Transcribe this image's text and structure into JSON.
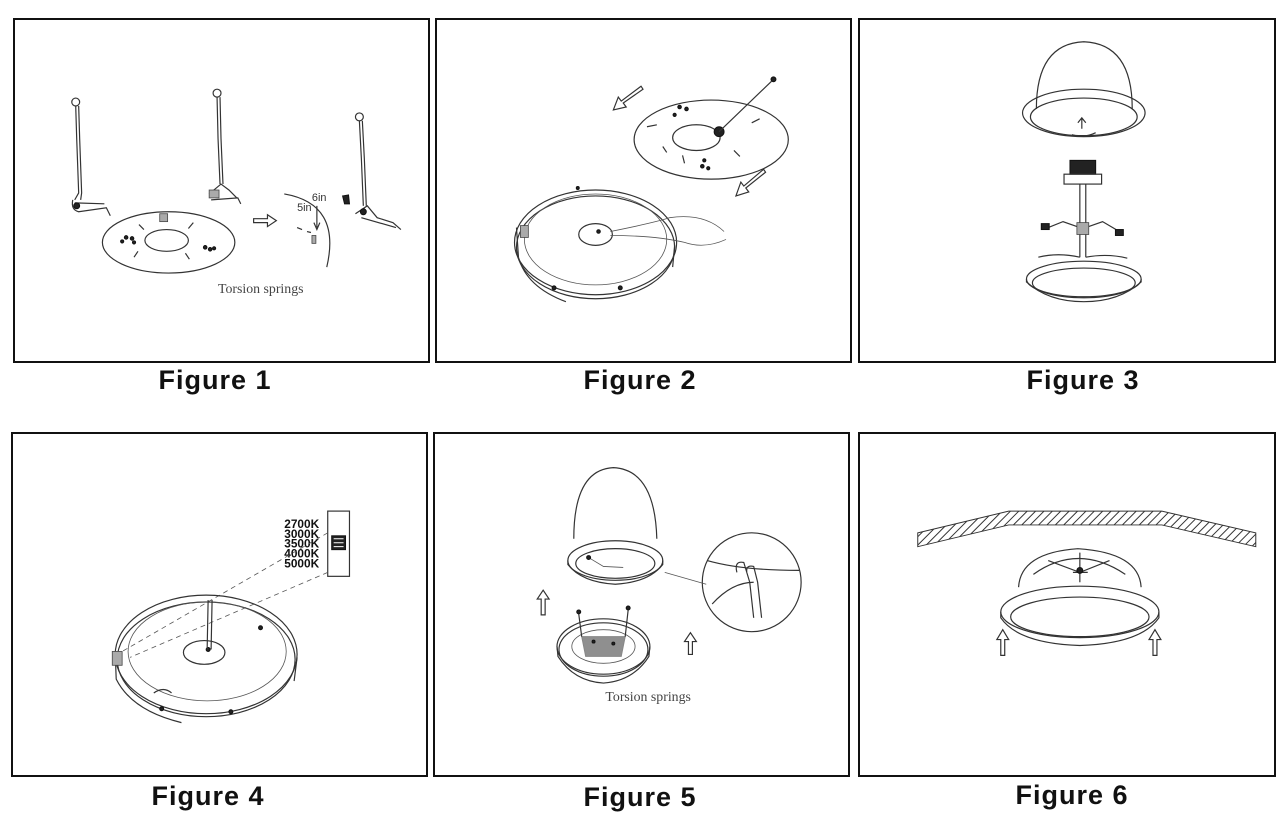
{
  "figures": [
    {
      "caption": "Figure 1",
      "labels": {
        "torsion": "Torsion springs",
        "m1": "5in",
        "m2": "6in"
      }
    },
    {
      "caption": "Figure 2"
    },
    {
      "caption": "Figure 3"
    },
    {
      "caption": "Figure 4",
      "kelvin": [
        "2700K",
        "3000K",
        "3500K",
        "4000K",
        "5000K"
      ]
    },
    {
      "caption": "Figure 5",
      "labels": {
        "torsion": "Torsion springs"
      }
    },
    {
      "caption": "Figure 6"
    }
  ]
}
